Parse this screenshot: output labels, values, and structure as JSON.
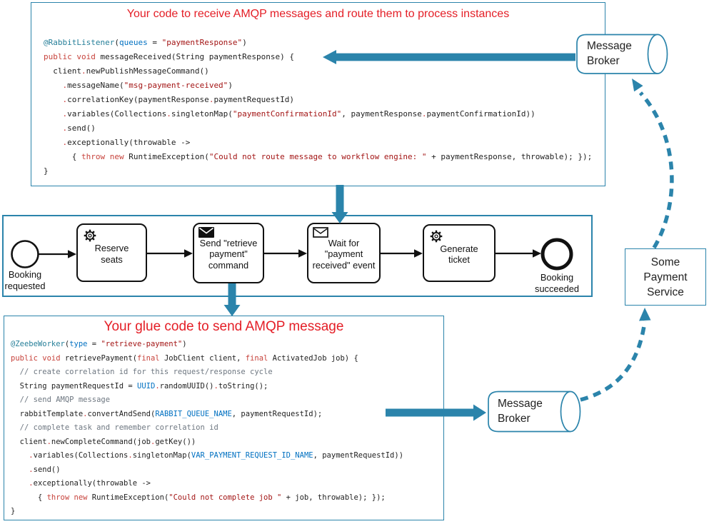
{
  "colors": {
    "accent": "#2b84ab",
    "title_red": "#e41e26",
    "code_keyword": "#c7433c",
    "code_string": "#a31515",
    "code_annotation": "#267f99",
    "code_identifier_blue": "#0070c1",
    "code_comment": "#6e7781",
    "code_dot": "#cc3333",
    "code_plain": "#1f1f1f"
  },
  "receive_panel": {
    "title": "Your code to receive AMQP messages and route them to process instances",
    "code": [
      [
        [
          "@RabbitListener",
          "a"
        ],
        [
          "(",
          "p"
        ],
        [
          "queues",
          "b"
        ],
        [
          " = ",
          "p"
        ],
        [
          "\"paymentResponse\"",
          "s"
        ],
        [
          ")",
          "p"
        ]
      ],
      [
        [
          "public void",
          "k"
        ],
        [
          " messageReceived(String paymentResponse) {",
          "p"
        ]
      ],
      [
        [
          "  client",
          "p"
        ],
        [
          ".",
          "d"
        ],
        [
          "newPublishMessageCommand()",
          "p"
        ]
      ],
      [
        [
          "    ",
          "p"
        ],
        [
          ".",
          "d"
        ],
        [
          "messageName(",
          "p"
        ],
        [
          "\"msg-payment-received\"",
          "s"
        ],
        [
          ")",
          "p"
        ]
      ],
      [
        [
          "    ",
          "p"
        ],
        [
          ".",
          "d"
        ],
        [
          "correlationKey(paymentResponse",
          "p"
        ],
        [
          ".",
          "d"
        ],
        [
          "paymentRequestId)",
          "p"
        ]
      ],
      [
        [
          "    ",
          "p"
        ],
        [
          ".",
          "d"
        ],
        [
          "variables(Collections",
          "p"
        ],
        [
          ".",
          "d"
        ],
        [
          "singletonMap(",
          "p"
        ],
        [
          "\"paymentConfirmationId\"",
          "s"
        ],
        [
          ", paymentResponse",
          "p"
        ],
        [
          ".",
          "d"
        ],
        [
          "paymentConfirmationId))",
          "p"
        ]
      ],
      [
        [
          "    ",
          "p"
        ],
        [
          ".",
          "d"
        ],
        [
          "send()",
          "p"
        ]
      ],
      [
        [
          "    ",
          "p"
        ],
        [
          ".",
          "d"
        ],
        [
          "exceptionally(throwable ->",
          "p"
        ]
      ],
      [
        [
          "      { ",
          "p"
        ],
        [
          "throw",
          "k"
        ],
        [
          " ",
          "p"
        ],
        [
          "new",
          "k"
        ],
        [
          " RuntimeException(",
          "p"
        ],
        [
          "\"Could not route message to workflow engine: \"",
          "s"
        ],
        [
          " + paymentResponse, throwable); });",
          "p"
        ]
      ],
      [
        [
          "}",
          "p"
        ]
      ]
    ]
  },
  "glue_panel": {
    "title": "Your glue code to send AMQP message",
    "code": [
      [
        [
          "@ZeebeWorker",
          "a"
        ],
        [
          "(",
          "p"
        ],
        [
          "type",
          "b"
        ],
        [
          " = ",
          "p"
        ],
        [
          "\"retrieve-payment\"",
          "s"
        ],
        [
          ")",
          "p"
        ]
      ],
      [
        [
          "public void",
          "k"
        ],
        [
          " retrievePayment(",
          "p"
        ],
        [
          "final",
          "k"
        ],
        [
          " JobClient client, ",
          "p"
        ],
        [
          "final",
          "k"
        ],
        [
          " ActivatedJob job) {",
          "p"
        ]
      ],
      [
        [
          "  // create correlation id for this request/response cycle",
          "c"
        ]
      ],
      [
        [
          "  String paymentRequestId = ",
          "p"
        ],
        [
          "UUID",
          "b"
        ],
        [
          ".",
          "d"
        ],
        [
          "randomUUID()",
          "p"
        ],
        [
          ".",
          "d"
        ],
        [
          "toString();",
          "p"
        ]
      ],
      [
        [
          "  // send AMQP message",
          "c"
        ]
      ],
      [
        [
          "  rabbitTemplate",
          "p"
        ],
        [
          ".",
          "d"
        ],
        [
          "convertAndSend(",
          "p"
        ],
        [
          "RABBIT_QUEUE_NAME",
          "b"
        ],
        [
          ", paymentRequestId);",
          "p"
        ]
      ],
      [
        [
          "  // complete task and remember correlation id",
          "c"
        ]
      ],
      [
        [
          "  client",
          "p"
        ],
        [
          ".",
          "d"
        ],
        [
          "newCompleteCommand(job",
          "p"
        ],
        [
          ".",
          "d"
        ],
        [
          "getKey())",
          "p"
        ]
      ],
      [
        [
          "    ",
          "p"
        ],
        [
          ".",
          "d"
        ],
        [
          "variables(Collections",
          "p"
        ],
        [
          ".",
          "d"
        ],
        [
          "singletonMap(",
          "p"
        ],
        [
          "VAR_PAYMENT_REQUEST_ID_NAME",
          "b"
        ],
        [
          ", paymentRequestId))",
          "p"
        ]
      ],
      [
        [
          "    ",
          "p"
        ],
        [
          ".",
          "d"
        ],
        [
          "send()",
          "p"
        ]
      ],
      [
        [
          "    ",
          "p"
        ],
        [
          ".",
          "d"
        ],
        [
          "exceptionally(throwable ->",
          "p"
        ]
      ],
      [
        [
          "      { ",
          "p"
        ],
        [
          "throw",
          "k"
        ],
        [
          " ",
          "p"
        ],
        [
          "new",
          "k"
        ],
        [
          " RuntimeException(",
          "p"
        ],
        [
          "\"Could not complete job \"",
          "s"
        ],
        [
          " + job, throwable); });",
          "p"
        ]
      ],
      [
        [
          "}",
          "p"
        ]
      ]
    ]
  },
  "bpmn": {
    "start_event": {
      "label": "Booking\nrequested"
    },
    "tasks": [
      {
        "label": "Reserve\nseats",
        "icon": "gear-icon"
      },
      {
        "label": "Send \"retrieve\npayment\"\ncommand",
        "icon": "envelope-filled-icon"
      },
      {
        "label": "Wait for\n\"payment\nreceived\" event",
        "icon": "envelope-outline-icon"
      },
      {
        "label": "Generate\nticket",
        "icon": "gear-icon"
      }
    ],
    "end_event": {
      "label": "Booking\nsucceeded"
    }
  },
  "message_broker_top": {
    "label": "Message\nBroker"
  },
  "message_broker_bottom": {
    "label": "Message\nBroker"
  },
  "payment_service": {
    "label": "Some\nPayment\nService"
  }
}
